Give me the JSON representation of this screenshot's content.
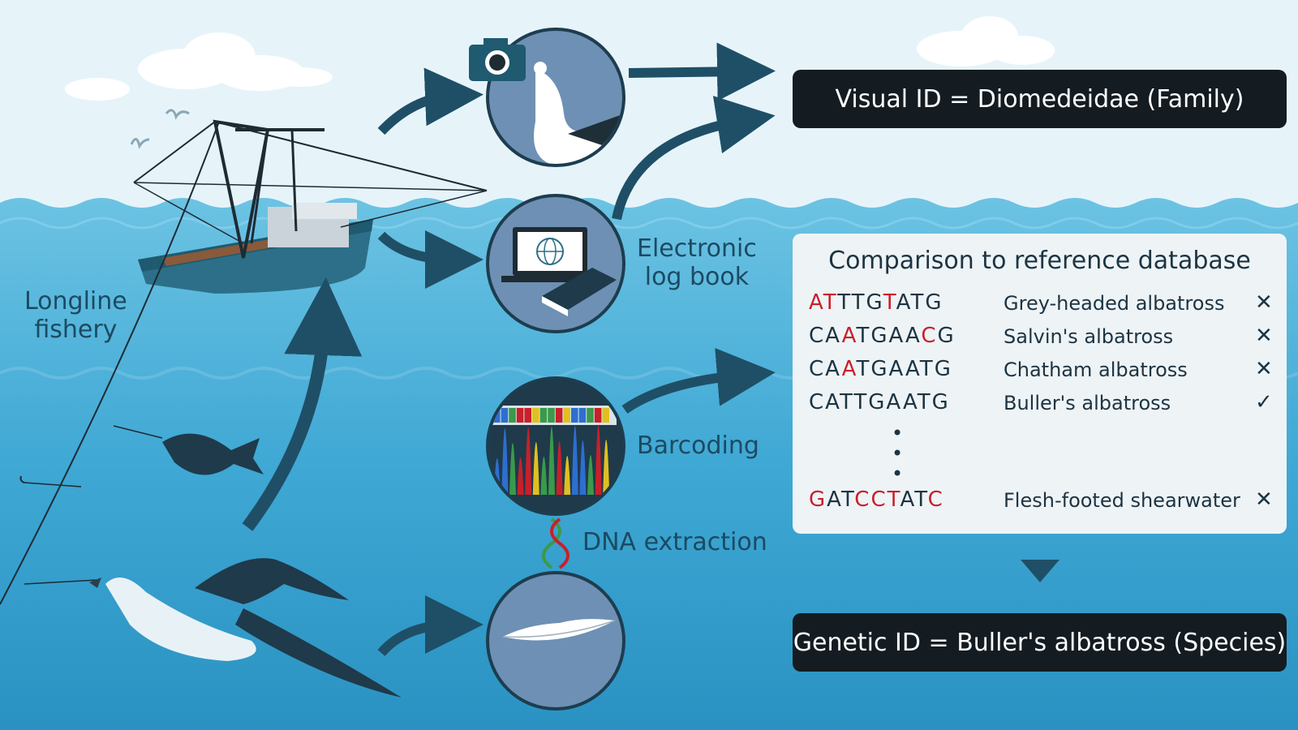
{
  "labels": {
    "longline": "Longline\nfishery",
    "logbook": "Electronic\nlog book",
    "barcoding": "Barcoding",
    "dna_extraction": "DNA extraction"
  },
  "visual_id": "Visual ID = Diomedeidae (Family)",
  "genetic_id": "Genetic ID = Buller's albatross (Species)",
  "database": {
    "title": "Comparison to reference database",
    "rows": [
      {
        "sequence": "ATTTGTATG",
        "mismatch": [
          0,
          1,
          5
        ],
        "species": "Grey-headed albatross",
        "result": "✕"
      },
      {
        "sequence": "CAATGAACG",
        "mismatch": [
          2,
          7
        ],
        "species": "Salvin's albatross",
        "result": "✕"
      },
      {
        "sequence": "CAATGAATG",
        "mismatch": [
          2
        ],
        "species": "Chatham albatross",
        "result": "✕"
      },
      {
        "sequence": "CATTGAATG",
        "mismatch": [],
        "species": "Buller's albatross",
        "result": "✓"
      },
      {
        "sequence": "GATCCTATC",
        "mismatch": [
          0,
          3,
          4,
          5,
          8
        ],
        "species": "Flesh-footed shearwater",
        "result": "✕"
      }
    ],
    "ellipsis": "•"
  },
  "barcode_strip": "CCATTGAATGCCATG",
  "colors": {
    "sky": "#e6f4fa",
    "sea_top": "#5ab8dc",
    "sea_bottom": "#2e9bc9",
    "arrow": "#1f4f66",
    "circle": "#6e90b4",
    "dark_box": "#141c22",
    "mismatch": "#c8202a"
  }
}
